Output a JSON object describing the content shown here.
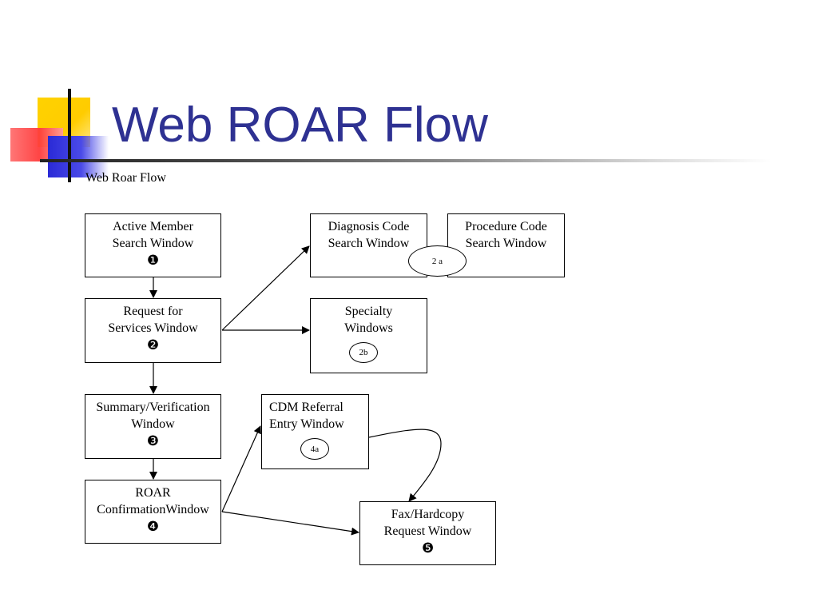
{
  "slide": {
    "title": "Web ROAR Flow",
    "subtitle": "Web Roar Flow"
  },
  "boxes": {
    "active_member": {
      "line1": "Active Member",
      "line2": "Search Window",
      "number": "❶"
    },
    "request_services": {
      "line1": "Request for",
      "line2": "Services Window",
      "number": "❷"
    },
    "summary_verification": {
      "line1": "Summary/Verification",
      "line2": "Window",
      "number": "❸"
    },
    "roar_confirmation": {
      "line1": "ROAR",
      "line2": "ConfirmationWindow",
      "number": "❹"
    },
    "diagnosis_code": {
      "line1": "Diagnosis Code",
      "line2": "Search Window"
    },
    "procedure_code": {
      "line1": "Procedure Code",
      "line2": "Search Window"
    },
    "specialty": {
      "line1": "Specialty",
      "line2": "Windows"
    },
    "cdm_referral": {
      "line1": "CDM Referral",
      "line2": "Entry Window"
    },
    "fax_hardcopy": {
      "line1": "Fax/Hardcopy",
      "line2": "Request Window",
      "number": "❺"
    }
  },
  "ovals": {
    "oval_2a": "2 a",
    "oval_2b": "2b",
    "oval_4a": "4a"
  },
  "colors": {
    "title": "#2e3192",
    "accent_yellow": "#ffcc00",
    "accent_red": "#ff3b3b",
    "accent_blue": "#2a2ad6"
  }
}
